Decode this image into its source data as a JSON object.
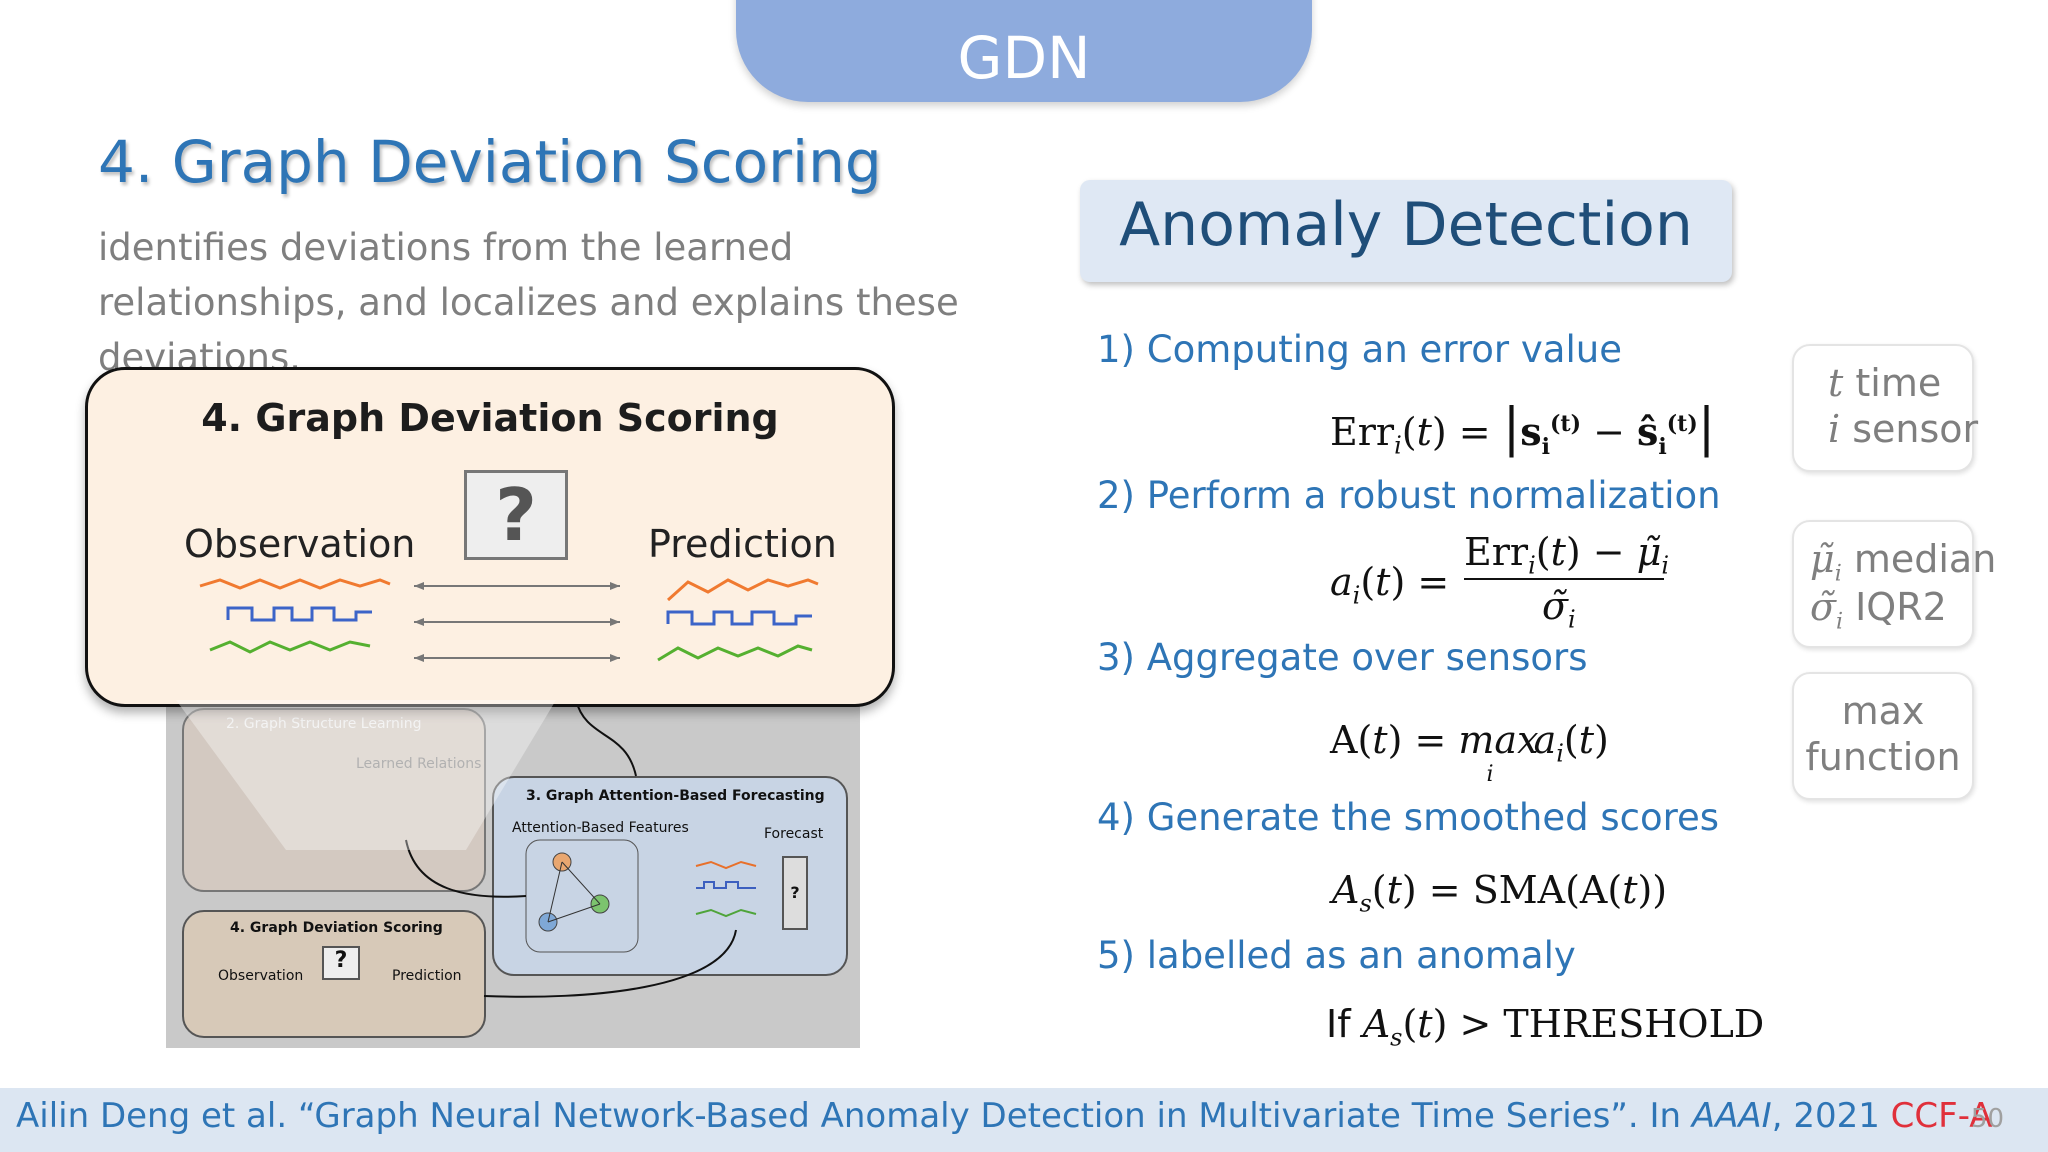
{
  "slide": {
    "tab_title": "GDN",
    "heading": "4. Graph Deviation Scoring",
    "subtitle": "identifies deviations from the learned relationships, and localizes and explains these deviations.",
    "page_number": "50"
  },
  "zoom_figure": {
    "title": "4. Graph Deviation Scoring",
    "observation": "Observation",
    "prediction": "Prediction",
    "question": "?"
  },
  "small_diagram": {
    "gsl_title": "2. Graph Structure Learning",
    "learned_relations": "Learned Relations",
    "forecast_title": "3. Graph Attention-Based Forecasting",
    "attention_features": "Attention-Based Features",
    "forecast": "Forecast",
    "deviation_title": "4. Graph Deviation Scoring",
    "observation": "Observation",
    "prediction": "Prediction",
    "question": "?"
  },
  "anomaly": {
    "title": "Anomaly Detection",
    "steps": [
      "1) Computing an error value",
      "2) Perform a robust normalization",
      "3) Aggregate over sensors",
      "4) Generate the smoothed scores",
      "5) labelled as an anomaly"
    ],
    "if_label": "If",
    "threshold": "THRESHOLD",
    "sma": "SMA"
  },
  "sidebar_notes": {
    "t_symbol": "t",
    "t_label": "time",
    "i_symbol": "i",
    "i_label": "sensor",
    "mu_label": "median",
    "sigma_label": "IQR2",
    "max_line1": "max",
    "max_line2": "function"
  },
  "footer": {
    "authors": "Ailin Deng et al. “Graph Neural Network-Based Anomaly Detection in Multivariate Time Series”. In ",
    "venue": "AAAI",
    "year": ", 2021 ",
    "rank": "CCF-A"
  },
  "colors": {
    "accent": "#2e75b6",
    "tab": "#8eabdd",
    "rank": "#e0303b"
  }
}
